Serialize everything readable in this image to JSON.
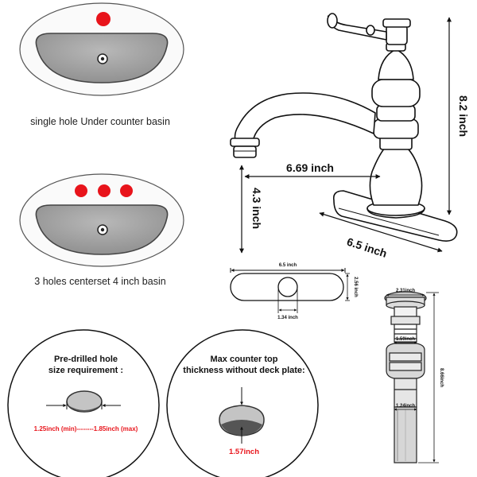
{
  "basins": {
    "single": {
      "caption": "single hole Under counter basin",
      "hole_count": 1
    },
    "triple": {
      "caption": "3 holes centerset 4 inch basin",
      "hole_count": 3
    }
  },
  "faucet": {
    "height_label": "8.2 inch",
    "reach_label": "6.69 inch",
    "spout_height_label": "4.3 inch",
    "base_length_label": "6.5 inch"
  },
  "deck_plate": {
    "width_label": "6.5 inch",
    "height_label": "2.56 inch",
    "hole_label": "1.34 inch"
  },
  "drain": {
    "top_label": "2.31inch",
    "mid_label": "1.59inch",
    "bottom_label": "1.24inch",
    "height_label": "8.66inch"
  },
  "hole_requirement": {
    "title_line1": "Pre-drilled hole",
    "title_line2": "size requirement :",
    "range_min": "1.25inch (min)",
    "range_sep": "--------",
    "range_max": "1.85inch (max)"
  },
  "counter_thickness": {
    "title_line1": "Max counter top",
    "title_line2": "thickness without deck plate:",
    "value": "1.57inch"
  },
  "colors": {
    "accent_red": "#e8141b",
    "basin_grey": "#9b9b9b",
    "outline": "#222222"
  }
}
